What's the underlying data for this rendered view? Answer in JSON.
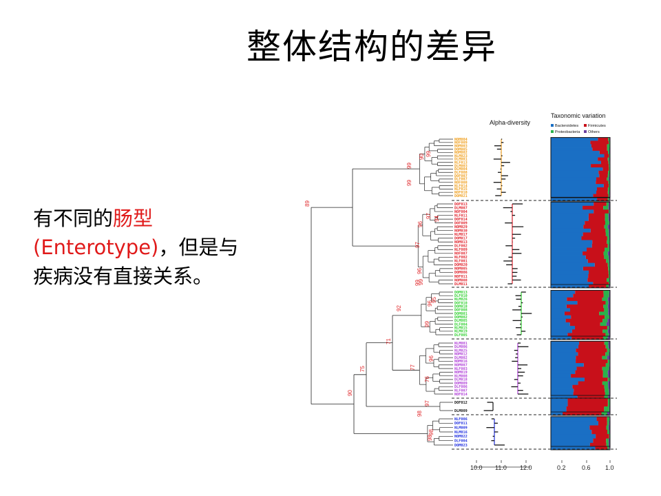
{
  "slide": {
    "title": "整体结构的差异",
    "line1_prefix": "有不同的",
    "line1_highlight": "肠型",
    "line2": "(Enterotype)，但是与",
    "line3": "疾病没有直接关系。"
  },
  "figure": {
    "alpha_title": "Alpha-diversity",
    "tax_title": "Taxonomic variation",
    "legend": [
      {
        "label": "Bacteroidetes",
        "color": "#1a6fc4"
      },
      {
        "label": "Firmicutes",
        "color": "#c8101a"
      },
      {
        "label": "Proteobacteria",
        "color": "#2bb24c"
      },
      {
        "label": "Others",
        "color": "#6a3fa0"
      }
    ],
    "alpha_ticks": [
      "10.0",
      "11.0",
      "12.0"
    ],
    "tax_ticks": [
      "0.2",
      "0.6",
      "1.0"
    ],
    "clusters": [
      {
        "color": "#f0a020",
        "leaves": [
          "NOM004",
          "NOF009",
          "NOM003",
          "DOM005",
          "NOM002",
          "NLM023",
          "DLM001",
          "NLF013",
          "DLM003",
          "DLM004",
          "DLF008",
          "DOF007",
          "DLF007",
          "NOF008",
          "NLF014",
          "NLF015",
          "NOF010",
          "DOM021"
        ]
      },
      {
        "color": "#e0202a",
        "leaves": [
          "DOF013",
          "DLM007",
          "NOF004",
          "NLF011",
          "DOF014",
          "DOF009",
          "NOM029",
          "NOM030",
          "NLM017",
          "DOM017",
          "NOM013",
          "DLF002",
          "NLF009",
          "NOF007",
          "NLF002",
          "NLF001",
          "DOM020",
          "NOM005",
          "DOM006",
          "NOF011",
          "NOM008",
          "DLM011"
        ]
      },
      {
        "color": "#30d030",
        "leaves": [
          "DOM013",
          "DLF010",
          "NLM026",
          "DOF010",
          "DOM018",
          "DOF008",
          "DOM001",
          "DOM002",
          "DLM005",
          "DLF004",
          "NLM015",
          "NLM019",
          "DLF005"
        ]
      },
      {
        "color": "#b040d8",
        "leaves": [
          "NLM001",
          "DLM006",
          "NLM025",
          "NOM012",
          "DLM002",
          "NOM016",
          "NOM007",
          "NLF003",
          "NOM019",
          "NLM008",
          "DLM018",
          "DOM009",
          "DLF006",
          "NLF007",
          "NOF014"
        ]
      },
      {
        "color": "#111111",
        "leaves": [
          "DOF012",
          "DLM009"
        ]
      },
      {
        "color": "#2030e0",
        "leaves": [
          "NLF006",
          "DOF011",
          "NLM009",
          "NLM016",
          "NOM022",
          "DLF004",
          "DOM023"
        ]
      }
    ],
    "bootstrap": [
      "89",
      "90",
      "75",
      "71",
      "92",
      "97",
      "96",
      "99",
      "99",
      "96",
      "99",
      "98",
      "97",
      "94",
      "77",
      "76",
      "99",
      "96",
      "96",
      "98",
      "98",
      "95",
      "97",
      "99",
      "90",
      "99"
    ]
  }
}
